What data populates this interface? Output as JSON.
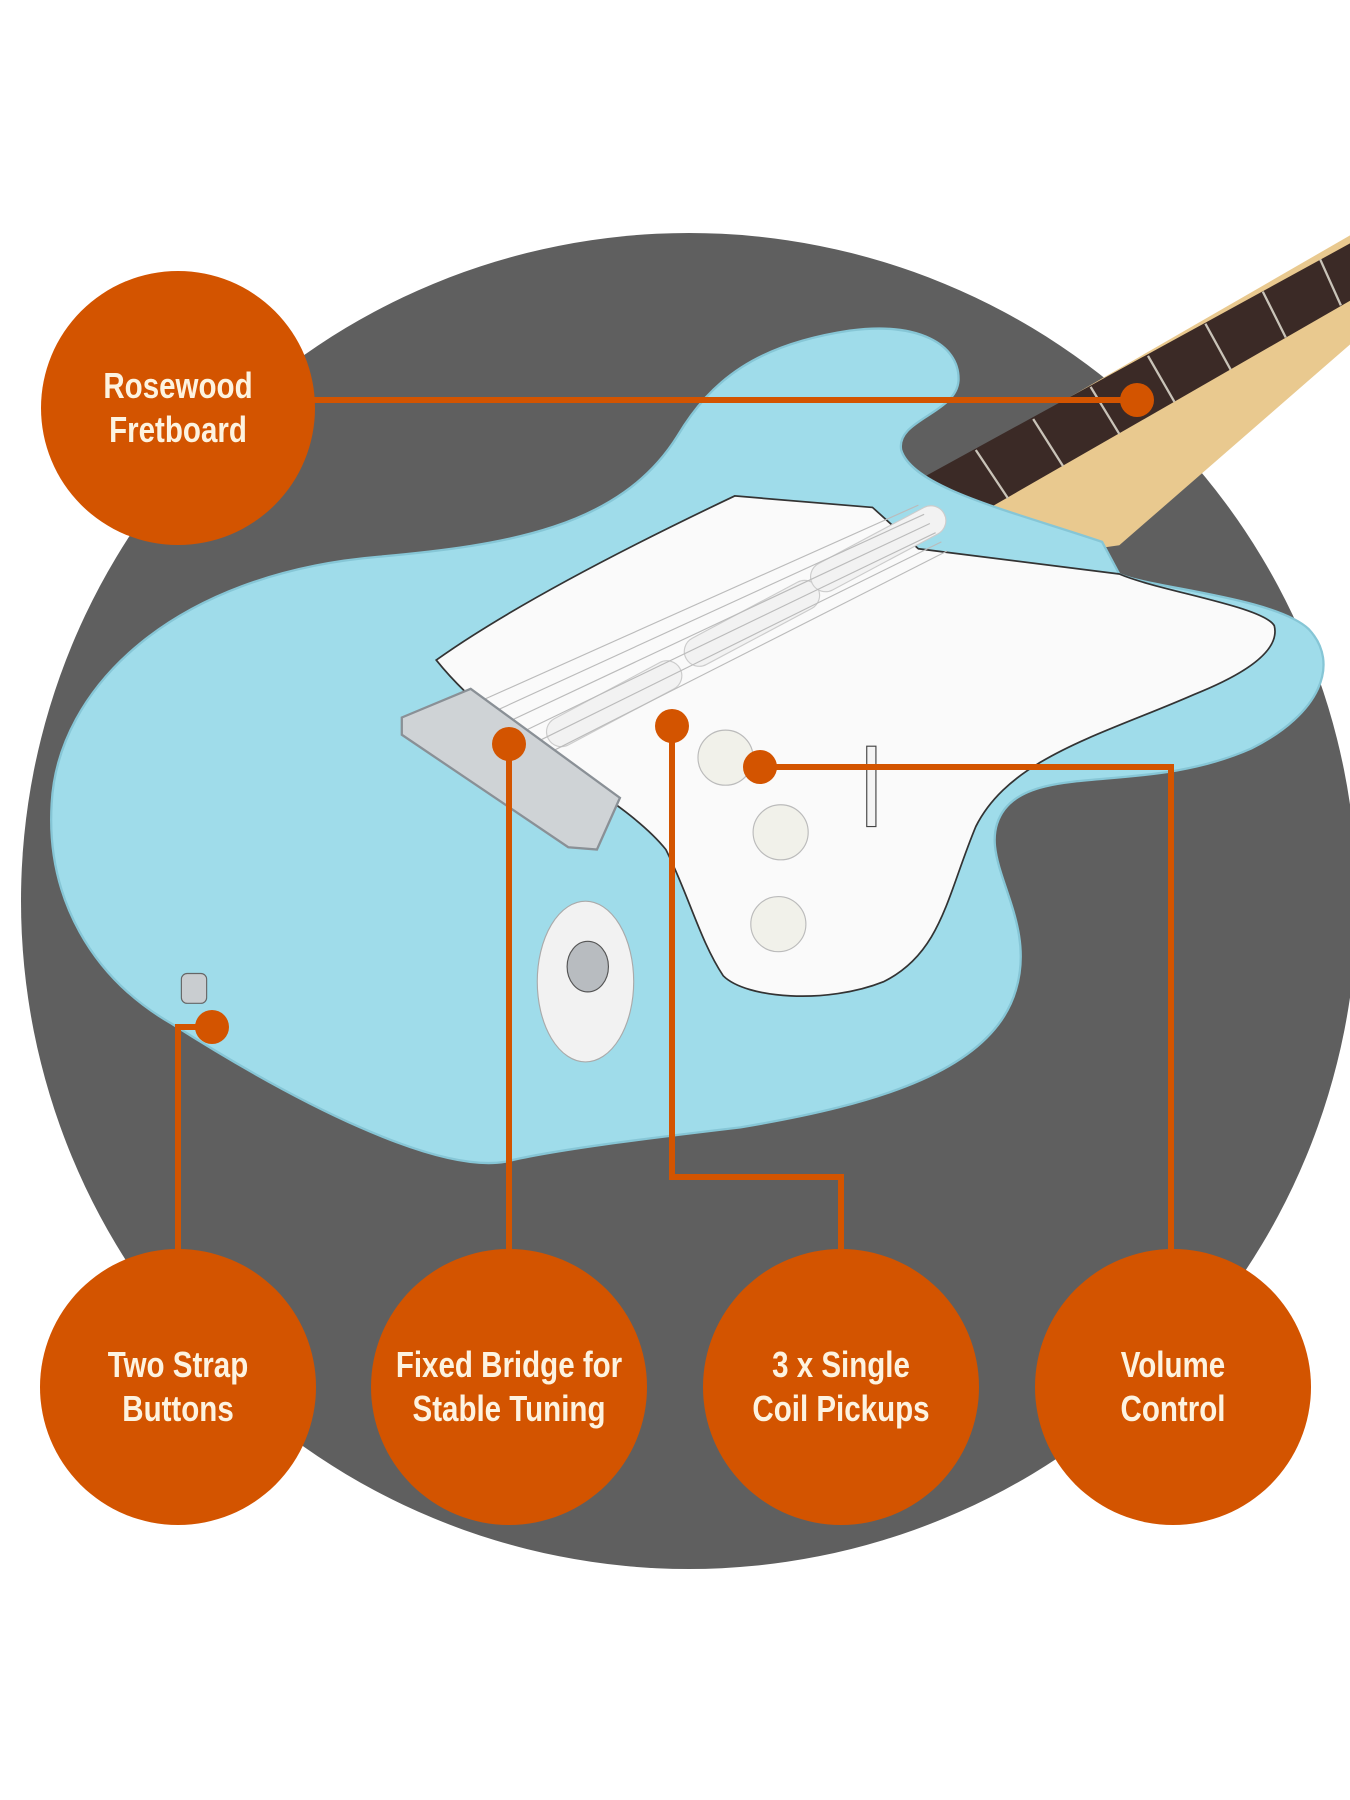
{
  "colors": {
    "accent": "#d35400",
    "backdrop": "#5f5f5f",
    "body": "#9fdcea",
    "label_text": "#fdf3e0"
  },
  "callouts": [
    {
      "id": "fretboard",
      "text": "Rosewood\nFretboard"
    },
    {
      "id": "strap",
      "text": "Two Strap\nButtons"
    },
    {
      "id": "bridge",
      "text": "Fixed Bridge for\nStable Tuning"
    },
    {
      "id": "pickups",
      "text": "3 x Single\nCoil Pickups"
    },
    {
      "id": "volume",
      "text": "Volume\nControl"
    }
  ]
}
